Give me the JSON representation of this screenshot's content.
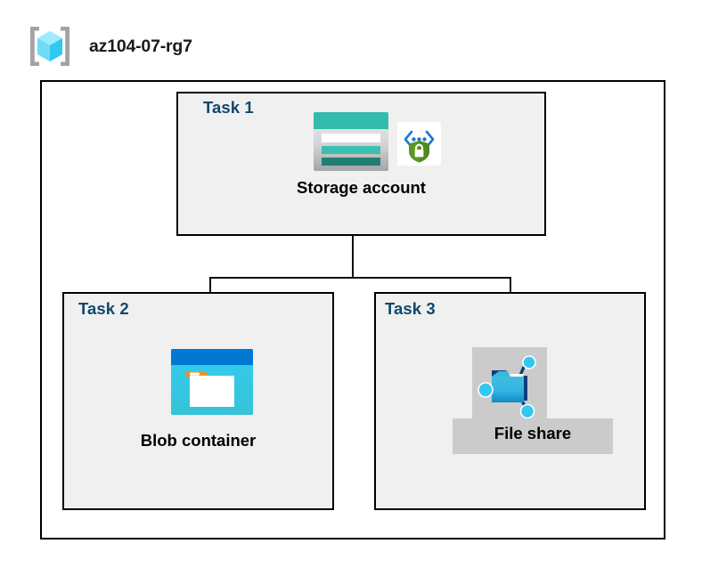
{
  "header": {
    "icon_name": "resource-group-icon",
    "title": "az104-07-rg7"
  },
  "diagram": {
    "container_name": "resource-group-container",
    "tasks": [
      {
        "id": "task1",
        "label": "Task 1",
        "node_label": "Storage account",
        "icons": [
          "storage-account-icon",
          "security-shield-icon"
        ]
      },
      {
        "id": "task2",
        "label": "Task 2",
        "node_label": "Blob container",
        "icons": [
          "blob-container-icon"
        ]
      },
      {
        "id": "task3",
        "label": "Task 3",
        "node_label": "File share",
        "icons": [
          "file-share-icon"
        ]
      }
    ],
    "connectors": [
      {
        "name": "storage-to-split",
        "from": "task1",
        "to": "split-point"
      },
      {
        "name": "split-to-blob",
        "from": "split-point",
        "to": "task2"
      },
      {
        "name": "split-to-fileshare",
        "from": "split-point",
        "to": "task3"
      }
    ]
  },
  "colors": {
    "task_label": "#11486d",
    "node_label": "#000000",
    "box_fill": "#f0f0f0",
    "box_border": "#000000",
    "container_fill": "#ffffff",
    "connector": "#111111",
    "highlight": "#cbcbcb",
    "storage_teal": "#32bcad",
    "storage_teal_dark": "#227d72",
    "blob_blue": "#0078d4",
    "blob_cyan": "#32c8e8",
    "blob_orange": "#f78d1e",
    "shield_green": "#5e9624",
    "bracket_blue": "#0078d4",
    "cube_cyan": "#50e6ff"
  }
}
